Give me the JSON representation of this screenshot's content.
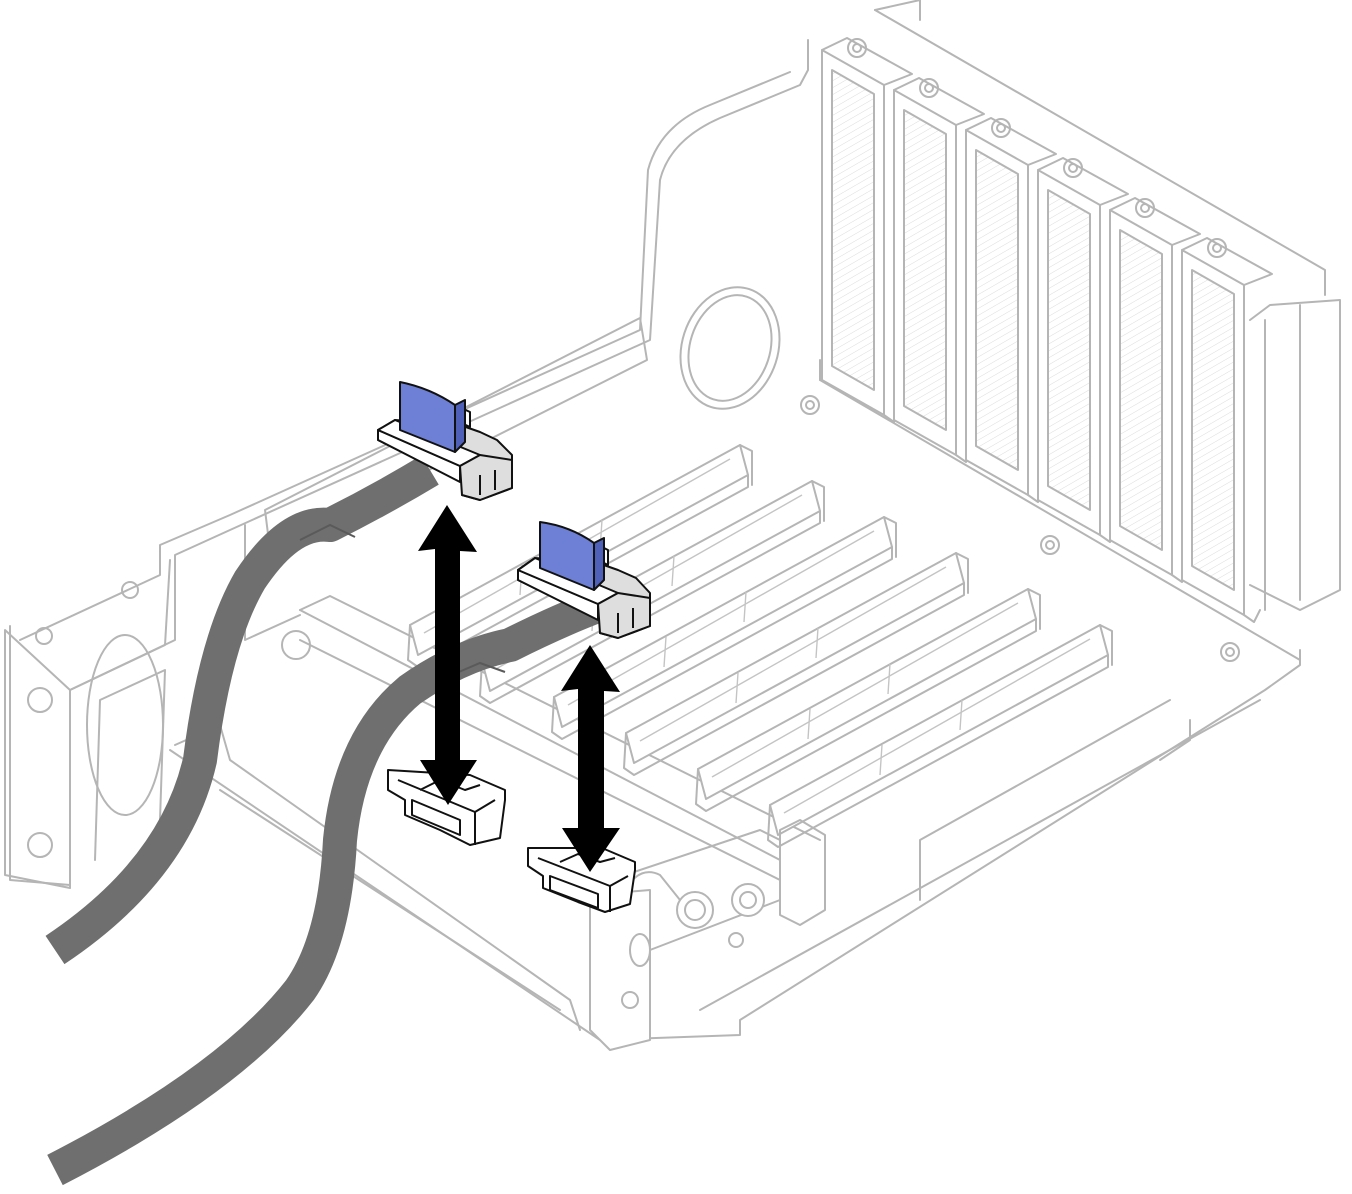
{
  "figure": {
    "kind": "technical-illustration",
    "subject": "pcie-riser-cage-with-two-ribbon-cables",
    "colors": {
      "cage_line": "#b5b5b5",
      "cable": "#6f6f6f",
      "pull_tab": "#6d80d6",
      "connector": "#dedede",
      "arrow": "#000000"
    },
    "icons": [
      "double-headed-arrow",
      "double-headed-arrow"
    ]
  }
}
